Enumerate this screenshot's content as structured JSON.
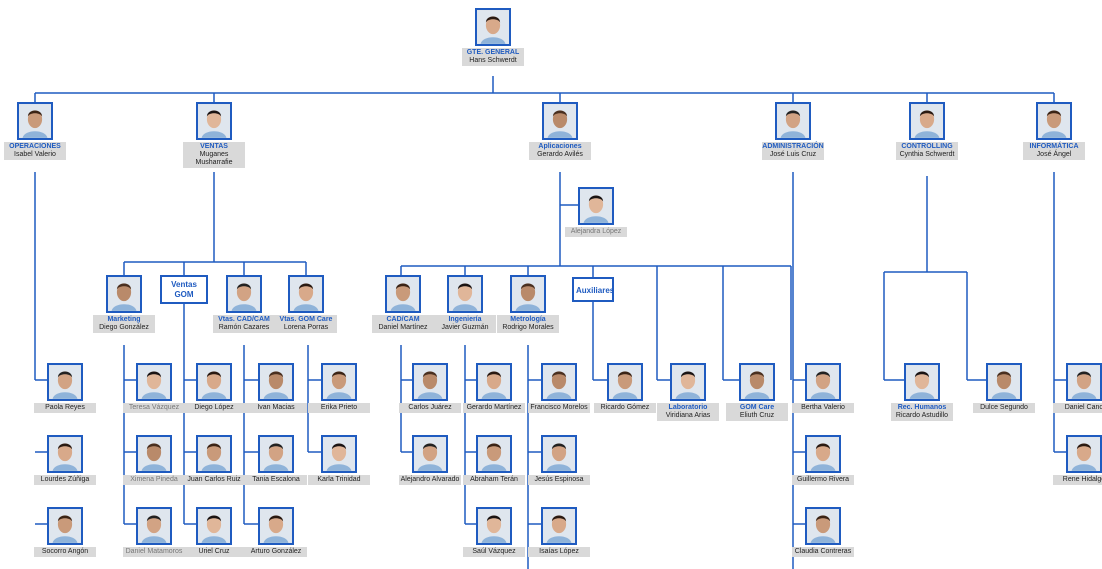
{
  "colors": {
    "line": "#1f5bc0",
    "label_bg": "#d9d9d9",
    "title": "#1f5bc0"
  },
  "nodes": {
    "hans": {
      "title": "GTE. GENERAL",
      "name": "Hans Schwerdt"
    },
    "isabel": {
      "title": "OPERACIONES",
      "name": "Isabel Valerio"
    },
    "muganes": {
      "title": "VENTAS",
      "name": "Muganes Musharrafie"
    },
    "gerardo_a": {
      "title": "Aplicaciones",
      "name": "Gerardo Avilés"
    },
    "jose_luis": {
      "title": "ADMINISTRACIÓN",
      "name": "José Luis Cruz"
    },
    "cynthia": {
      "title": "CONTROLLING",
      "name": "Cynthia Schwerdt"
    },
    "jose_angel": {
      "title": "INFORMÁTICA",
      "name": "José Ángel"
    },
    "alejandra": {
      "title": "",
      "name": "Alejandra López"
    },
    "diego_g": {
      "title": "Marketing",
      "name": "Diego González"
    },
    "ramon": {
      "title": "Vtas. CAD/CAM",
      "name": "Ramón Cazares"
    },
    "lorena": {
      "title": "Vtas. GOM Care",
      "name": "Lorena Porras"
    },
    "daniel_m": {
      "title": "CAD/CAM",
      "name": "Daniel Martínez"
    },
    "javier": {
      "title": "Ingeniería",
      "name": "Javier Guzmán"
    },
    "rodrigo": {
      "title": "Metrología",
      "name": "Rodrigo Morales"
    },
    "paola": {
      "title": "",
      "name": "Paola Reyes"
    },
    "lourdes": {
      "title": "",
      "name": "Lourdes Zúñiga"
    },
    "socorro": {
      "title": "",
      "name": "Socorro Angón"
    },
    "teresa": {
      "title": "",
      "name": "Teresa Vázquez"
    },
    "ximena": {
      "title": "",
      "name": "Ximena Pineda"
    },
    "daniel_mat": {
      "title": "",
      "name": "Daniel Matamoros"
    },
    "diego_l": {
      "title": "",
      "name": "Diego López"
    },
    "juan_carlos": {
      "title": "",
      "name": "Juan Carlos Ruiz"
    },
    "uriel": {
      "title": "",
      "name": "Uriel Cruz"
    },
    "ivan": {
      "title": "",
      "name": "Ivan Macias"
    },
    "tania": {
      "title": "",
      "name": "Tania Escalona"
    },
    "arturo": {
      "title": "",
      "name": "Arturo González"
    },
    "erika": {
      "title": "",
      "name": "Erika Prieto"
    },
    "karla": {
      "title": "",
      "name": "Karla Trinidad"
    },
    "carlos": {
      "title": "",
      "name": "Carlos Juárez"
    },
    "alejandro": {
      "title": "",
      "name": "Alejandro Alvarado"
    },
    "gerardo_m": {
      "title": "",
      "name": "Gerardo Martínez"
    },
    "abraham": {
      "title": "",
      "name": "Abraham Terán"
    },
    "saul": {
      "title": "",
      "name": "Saúl Vázquez"
    },
    "francisco": {
      "title": "",
      "name": "Francisco Morelos"
    },
    "jesus": {
      "title": "",
      "name": "Jesús Espinosa"
    },
    "isaias": {
      "title": "",
      "name": "Isaías López"
    },
    "ricardo_g": {
      "title": "",
      "name": "Ricardo Gómez"
    },
    "viridiana": {
      "title": "Laboratorio",
      "name": "Viridiana Arias"
    },
    "eliuth": {
      "title": "GOM Care",
      "name": "Eliuth Cruz"
    },
    "bertha": {
      "title": "",
      "name": "Bertha Valerio"
    },
    "guillermo": {
      "title": "",
      "name": "Guillermo Rivera"
    },
    "claudia": {
      "title": "",
      "name": "Claudia Contreras"
    },
    "ricardo_a": {
      "title": "Rec. Humanos",
      "name": "Ricardo Astudillo"
    },
    "dulce": {
      "title": "",
      "name": "Dulce Segundo"
    },
    "daniel_c": {
      "title": "",
      "name": "Daniel Cano"
    },
    "rene": {
      "title": "",
      "name": "Rene Hidalgo"
    }
  },
  "text_boxes": {
    "ventas_gom": "Ventas GOM",
    "auxiliares": "Auxiliares"
  }
}
